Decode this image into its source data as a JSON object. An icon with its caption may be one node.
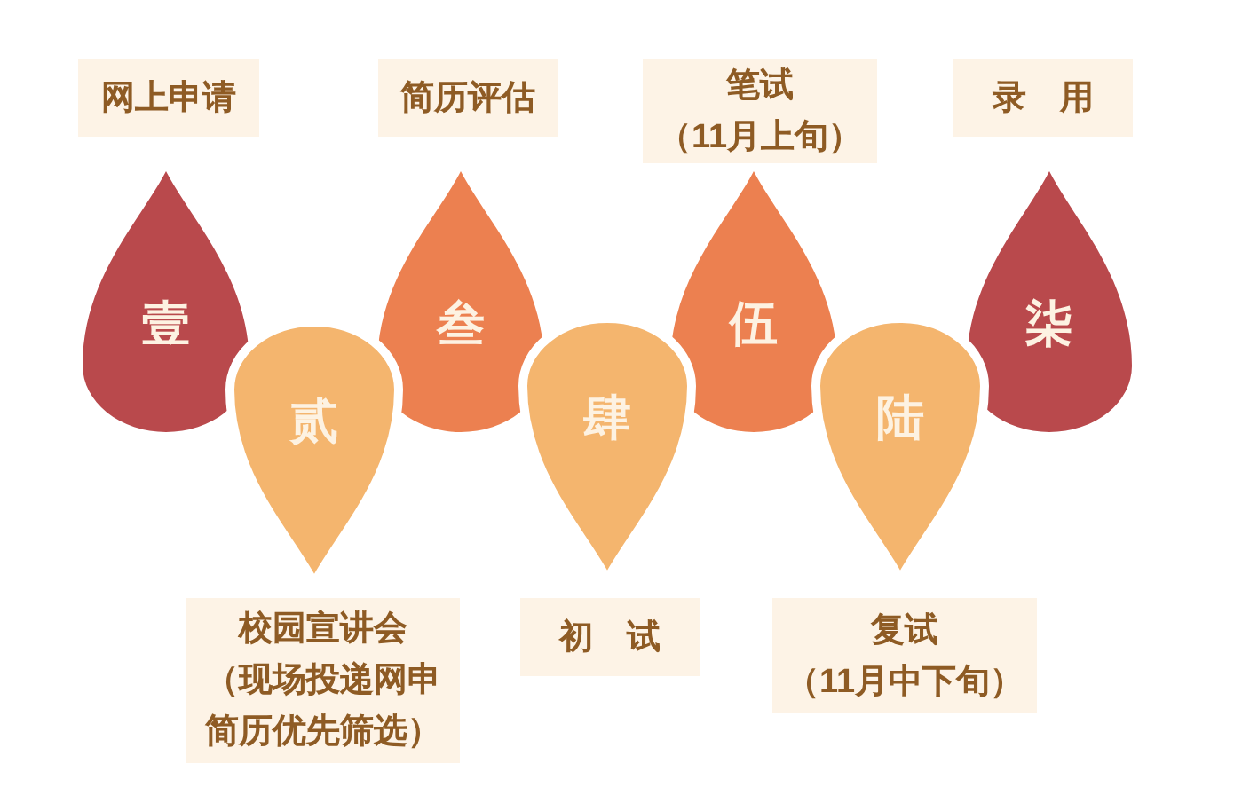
{
  "diagram": {
    "nodes": [
      {
        "text": [
          "壹"
        ]
      },
      {
        "text": [
          "贰"
        ]
      },
      {
        "text": [
          "叁"
        ]
      },
      {
        "text": [
          "肆"
        ]
      },
      {
        "text": [
          "伍"
        ]
      },
      {
        "text": [
          "陆"
        ]
      },
      {
        "text": [
          "柒"
        ]
      },
      {
        "text": [
          "网上申请"
        ]
      },
      {
        "text": [
          "校园宣讲会",
          "（现场投递网申简历优先筛选）"
        ]
      },
      {
        "text": [
          "简历评估"
        ]
      },
      {
        "text": [
          "初　试"
        ]
      },
      {
        "text": [
          "笔试",
          "（11月上旬）"
        ]
      },
      {
        "text": [
          "复试",
          "（11月中下旬）"
        ]
      },
      {
        "text": [
          "录　用"
        ]
      }
    ]
  }
}
